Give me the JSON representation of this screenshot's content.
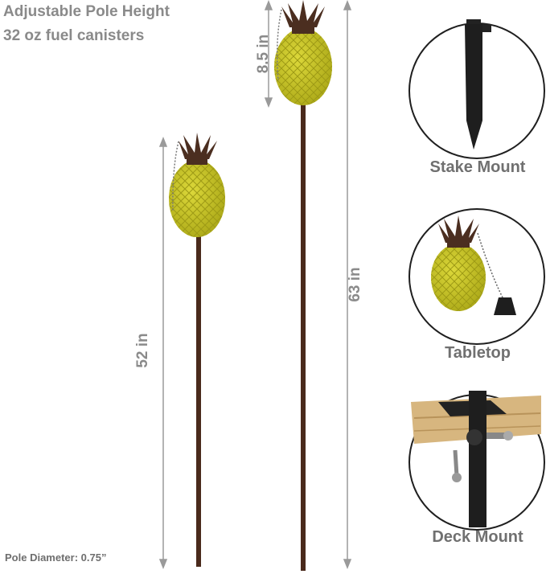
{
  "headline": {
    "line1": "Adjustable Pole Height",
    "line2": "32 oz fuel canisters"
  },
  "dimensions": {
    "canister_height": "8.5 in",
    "short_pole": "52 in",
    "tall_pole": "63 in"
  },
  "footnote": "Pole Diameter: 0.75”",
  "mounts": [
    {
      "label": "Stake Mount",
      "icon": "stake-mount-icon"
    },
    {
      "label": "Tabletop",
      "icon": "tabletop-torch-icon"
    },
    {
      "label": "Deck Mount",
      "icon": "deck-mount-icon"
    }
  ],
  "colors": {
    "glass": "#c9c41f",
    "glass_shade": "#a9a616",
    "pole": "#4a2a1c",
    "crown": "#4b2e20",
    "text": "#8a8a8a",
    "circle_border": "#1f1f1f"
  }
}
